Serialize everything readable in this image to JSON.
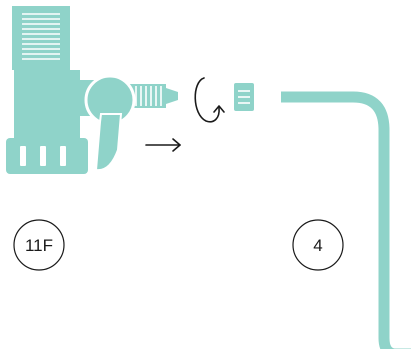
{
  "callouts": {
    "left": "11F",
    "right": "4"
  },
  "colors": {
    "part_fill": "#8fd3c9",
    "outline": "#1a1a1a",
    "thread_light": "#ffffff",
    "background": "#ffffff"
  },
  "icons": {
    "rotate": "clockwise-rotation-arrow",
    "direction": "right-arrow"
  }
}
